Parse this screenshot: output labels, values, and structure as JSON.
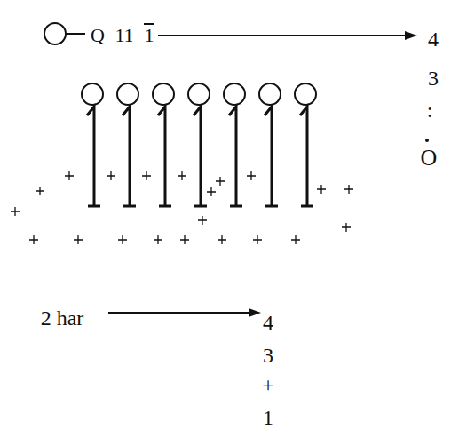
{
  "diagram": {
    "labels": [
      "Q",
      "11",
      "1",
      "4",
      "3",
      ":",
      "O",
      "2 har",
      "4",
      "3",
      "+",
      "1"
    ]
  }
}
